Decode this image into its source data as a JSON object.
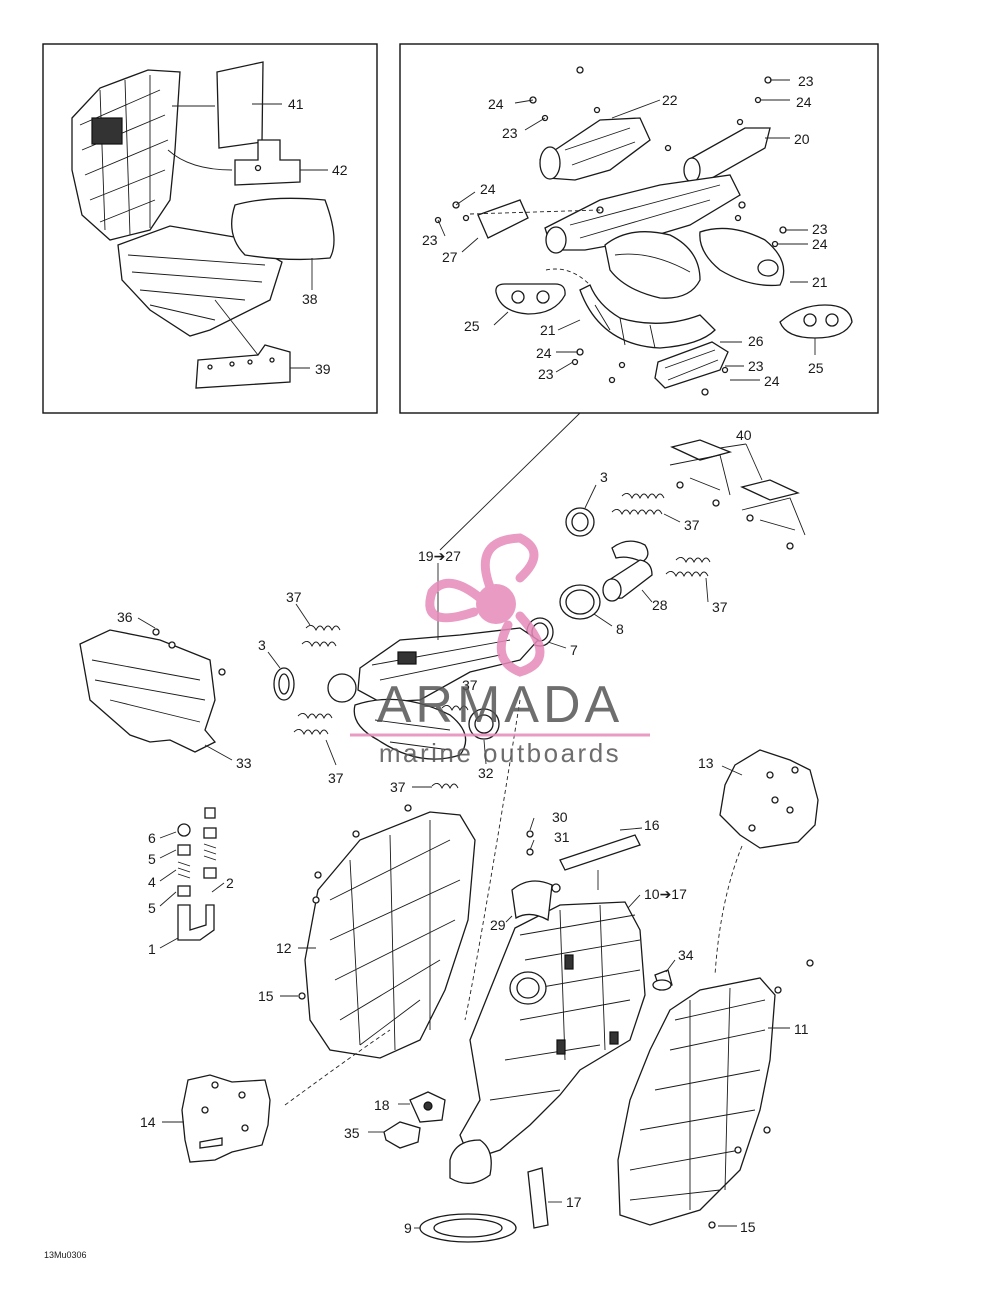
{
  "diagram": {
    "code": "13Mu0306",
    "callouts": {
      "c1": "1",
      "c2": "2",
      "c3a": "3",
      "c3b": "3",
      "c4": "4",
      "c5a": "5",
      "c5b": "5",
      "c6": "6",
      "c7": "7",
      "c8": "8",
      "c9": "9",
      "c10_17": "10➔17",
      "c11": "11",
      "c12": "12",
      "c13": "13",
      "c14": "14",
      "c15a": "15",
      "c15b": "15",
      "c16": "16",
      "c17": "17",
      "c18": "18",
      "c19_27": "19➔27",
      "c20": "20",
      "c21a": "21",
      "c21b": "21",
      "c22": "22",
      "c23a": "23",
      "c23b": "23",
      "c23c": "23",
      "c23d": "23",
      "c23e": "23",
      "c23f": "23",
      "c24a": "24",
      "c24b": "24",
      "c24c": "24",
      "c24d": "24",
      "c24e": "24",
      "c24f": "24",
      "c25a": "25",
      "c25b": "25",
      "c26": "26",
      "c27": "27",
      "c28": "28",
      "c29": "29",
      "c30": "30",
      "c31": "31",
      "c32": "32",
      "c33": "33",
      "c34": "34",
      "c35": "35",
      "c36": "36",
      "c37a": "37",
      "c37b": "37",
      "c37c": "37",
      "c37d": "37",
      "c37e": "37",
      "c37f": "37",
      "c38": "38",
      "c39": "39",
      "c40": "40",
      "c41": "41",
      "c42": "42"
    }
  },
  "watermark": {
    "brand": "ARMADA",
    "tagline": "marine outboards",
    "accent_color": "#e68ab9",
    "icon": "propeller-icon"
  }
}
